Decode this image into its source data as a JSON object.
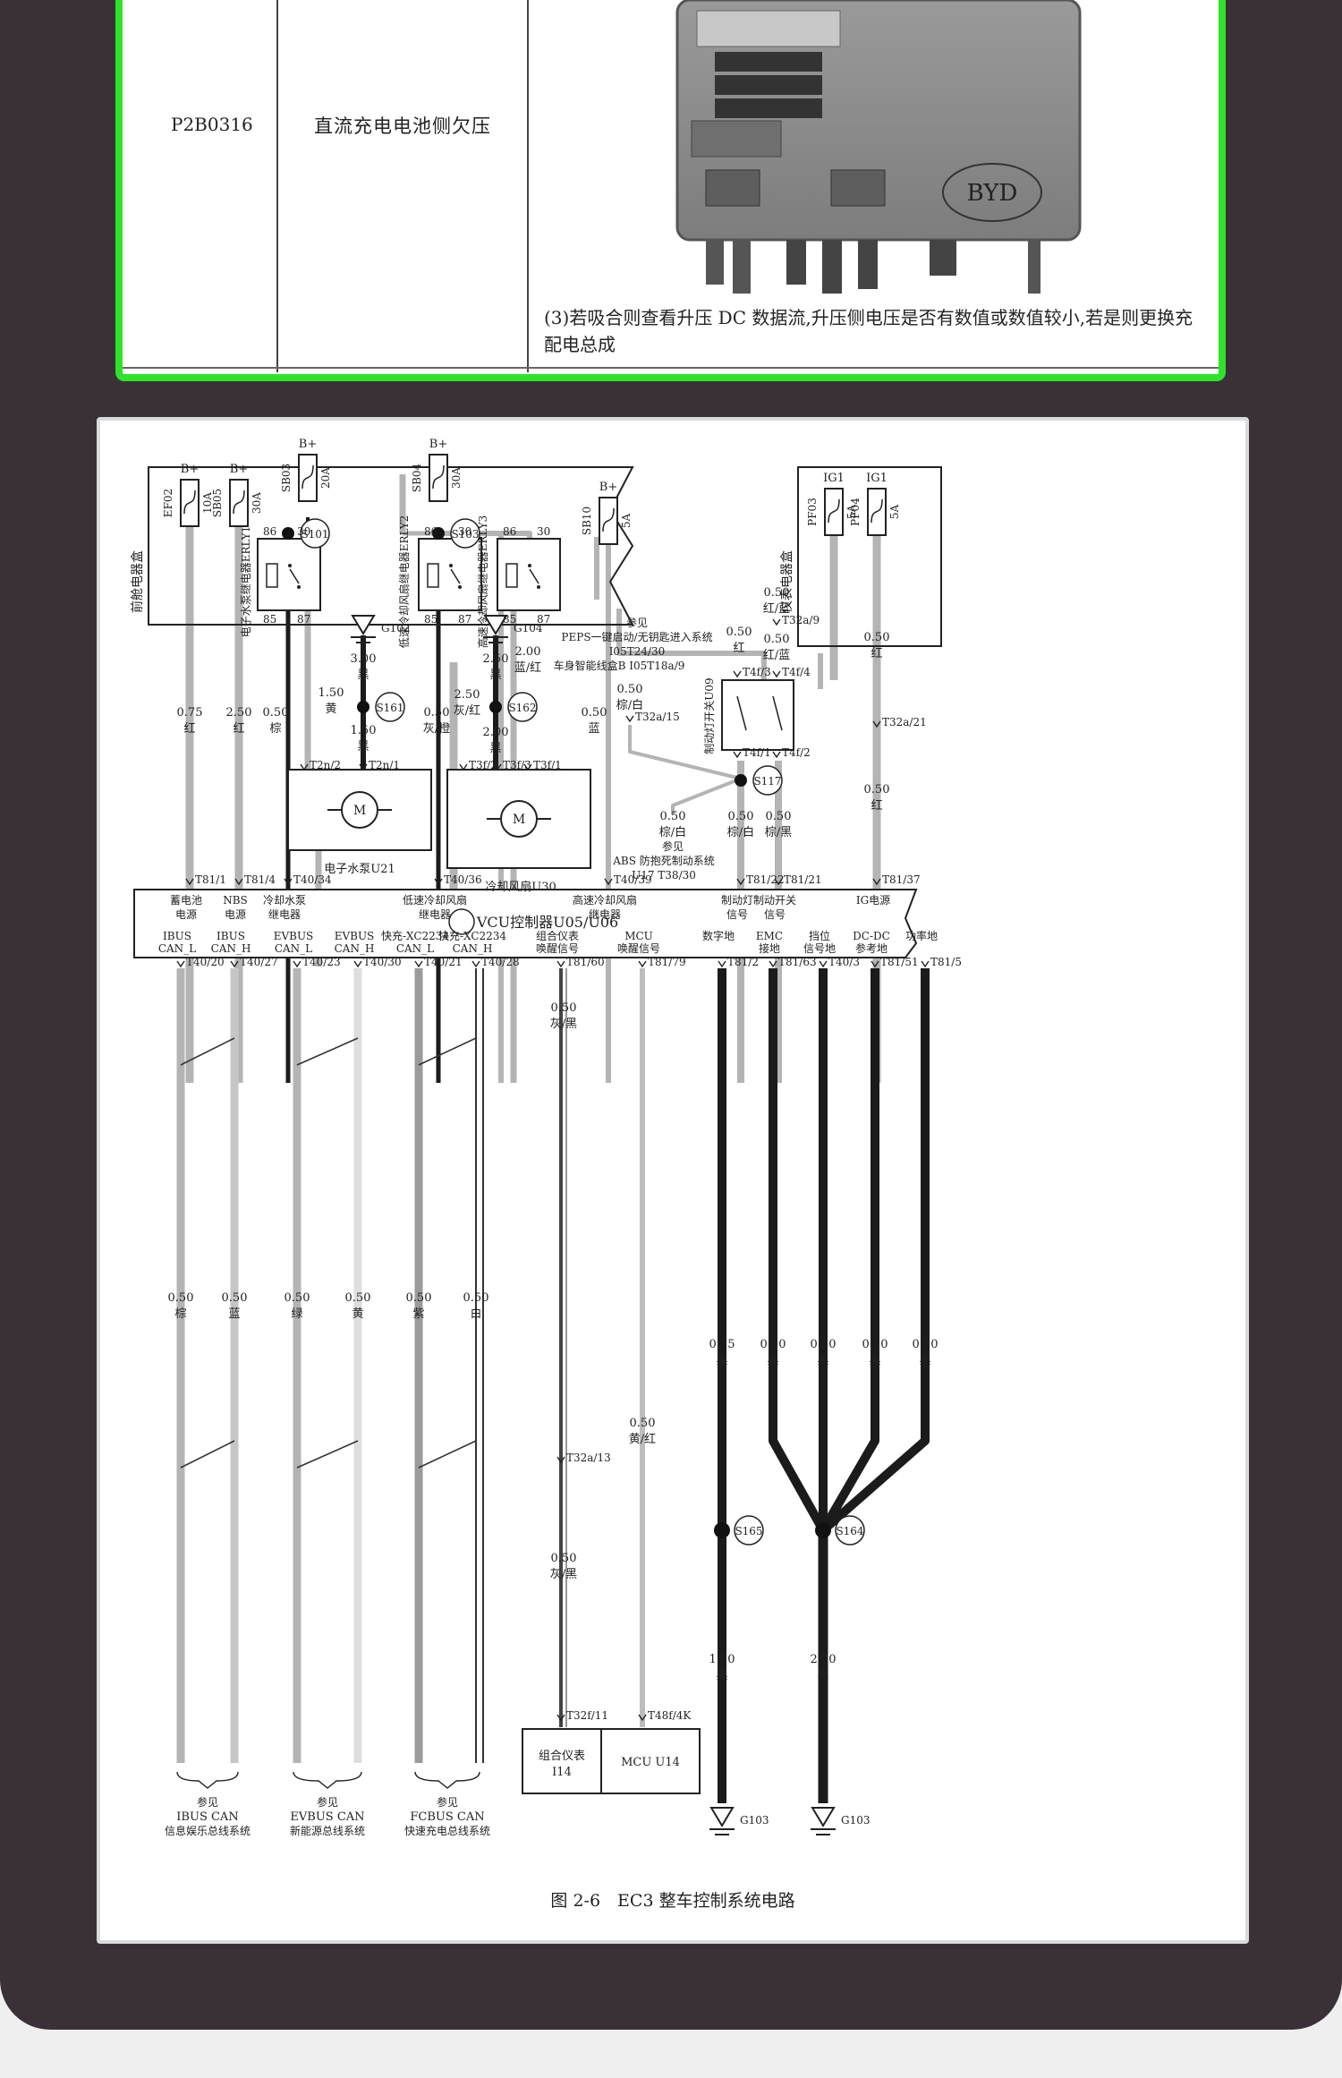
{
  "table_row": {
    "code": "P2B0316",
    "description": "直流充电电池侧欠压",
    "note": "(3)若吸合则查看升压 DC 数据流,升压侧电压是否有数值或数值较小,若是则更换充配电总成",
    "device_logo": "BYD"
  },
  "diagram": {
    "caption": "图 2-6　EC3 整车控制系统电路",
    "boxes": {
      "front_box": "前舱电器盒",
      "dash_box": "仪表电器盒",
      "vcu": "VCU控制器U05/U06",
      "pump": "电子水泵U21",
      "fan": "冷却风扇U30",
      "brake": "制动灯开关U09",
      "cluster": "组合仪表",
      "cluster_id": "I14",
      "mcu": "MCU U14"
    },
    "fuses": [
      {
        "name": "EF02",
        "rating": "10A",
        "supply": "B+"
      },
      {
        "name": "SB05",
        "rating": "30A",
        "supply": "B+"
      },
      {
        "name": "SB03",
        "rating": "20A",
        "supply": "B+"
      },
      {
        "name": "SB04",
        "rating": "30A",
        "supply": "B+"
      },
      {
        "name": "SB10",
        "rating": "5A",
        "supply": "B+"
      },
      {
        "name": "PF03",
        "rating": "5A",
        "supply": "IG1"
      },
      {
        "name": "PF04",
        "rating": "5A",
        "supply": "IG1"
      }
    ],
    "relays": {
      "r1": "电子水泵继电器ERLY1",
      "r2": "低速冷却风扇继电器ERLY2",
      "r3": "高速冷却风扇继电器ERLY3"
    },
    "pins": {
      "p86": "86",
      "p30": "30",
      "p85": "85",
      "p87": "87"
    },
    "splices": [
      "S101",
      "S103",
      "S161",
      "S162",
      "S117",
      "S165",
      "S164"
    ],
    "grounds": [
      "G102",
      "G104",
      "G103",
      "G103"
    ],
    "wires_top": [
      {
        "gauge": "0.75",
        "color": "红"
      },
      {
        "gauge": "2.50",
        "color": "红"
      },
      {
        "gauge": "0.50",
        "color": "棕"
      },
      {
        "gauge": "1.50",
        "color": "黄"
      },
      {
        "gauge": "3.00",
        "color": "黑"
      },
      {
        "gauge": "1.50",
        "color": "黑"
      },
      {
        "gauge": "0.50",
        "color": "灰/橙"
      },
      {
        "gauge": "2.50",
        "color": "灰/红"
      },
      {
        "gauge": "2.50",
        "color": "黑"
      },
      {
        "gauge": "2.00",
        "color": "黑"
      },
      {
        "gauge": "2.00",
        "color": "蓝/红"
      },
      {
        "gauge": "0.50",
        "color": "蓝"
      },
      {
        "gauge": "0.50",
        "color": "棕/白"
      },
      {
        "gauge": "0.50",
        "color": "红"
      },
      {
        "gauge": "0.50",
        "color": "红/蓝"
      },
      {
        "gauge": "0.50",
        "color": "红/蓝"
      },
      {
        "gauge": "0.50",
        "color": "红"
      },
      {
        "gauge": "0.50",
        "color": "红"
      },
      {
        "gauge": "0.50",
        "color": "棕/白"
      },
      {
        "gauge": "0.50",
        "color": "棕/白"
      },
      {
        "gauge": "0.50",
        "color": "棕/黑"
      }
    ],
    "connectors_top": [
      "T2n/2",
      "T2n/1",
      "T3f/2",
      "T3f/3",
      "T3f/1",
      "T32a/9",
      "T32a/15",
      "T32a/21",
      "T4f/3",
      "T4f/4",
      "T4f/1",
      "T4f/2"
    ],
    "reference": {
      "peps_ref": "参见",
      "peps_1": "PEPS一键启动/无钥匙进入系统",
      "peps_2": "I05T24/30",
      "peps_3": "车身智能线盒B I05T18a/9",
      "abs_ref": "参见",
      "abs_1": "ABS 防抱死制动系统",
      "abs_2": "U17 T38/30"
    },
    "vcu_top_pins": [
      {
        "pin": "T81/1",
        "l1": "蓄电池",
        "l2": "电源"
      },
      {
        "pin": "T81/4",
        "l1": "NBS",
        "l2": "电源"
      },
      {
        "pin": "T40/34",
        "l1": "冷却水泵",
        "l2": "继电器"
      },
      {
        "pin": "T40/36",
        "l1": "低速冷却风扇",
        "l2": "继电器"
      },
      {
        "pin": "T40/39",
        "l1": "高速冷却风扇",
        "l2": "继电器"
      },
      {
        "pin": "T81/22",
        "l1": "制动灯",
        "l2": "信号"
      },
      {
        "pin": "T81/21",
        "l1": "制动开关",
        "l2": "信号"
      },
      {
        "pin": "T81/37",
        "l1": "IG电源",
        "l2": ""
      }
    ],
    "vcu_bottom_pins": [
      {
        "pin": "T40/20",
        "l1": "IBUS",
        "l2": "CAN_L"
      },
      {
        "pin": "T40/27",
        "l1": "IBUS",
        "l2": "CAN_H"
      },
      {
        "pin": "T40/23",
        "l1": "EVBUS",
        "l2": "CAN_L"
      },
      {
        "pin": "T40/30",
        "l1": "EVBUS",
        "l2": "CAN_H"
      },
      {
        "pin": "T40/21",
        "l1": "快充-XC2234",
        "l2": "CAN_L"
      },
      {
        "pin": "T40/28",
        "l1": "快充-XC2234",
        "l2": "CAN_H"
      },
      {
        "pin": "T81/60",
        "l1": "组合仪表",
        "l2": "唤醒信号"
      },
      {
        "pin": "T81/79",
        "l1": "MCU",
        "l2": "唤醒信号"
      },
      {
        "pin": "T81/2",
        "l1": "数字地",
        "l2": ""
      },
      {
        "pin": "T81/63",
        "l1": "EMC",
        "l2": "接地"
      },
      {
        "pin": "T40/3",
        "l1": "挡位",
        "l2": "信号地"
      },
      {
        "pin": "T81/51",
        "l1": "DC-DC",
        "l2": "参考地"
      },
      {
        "pin": "T81/5",
        "l1": "功率地",
        "l2": ""
      }
    ],
    "wires_bottom": [
      {
        "gauge": "0.50",
        "color": "棕"
      },
      {
        "gauge": "0.50",
        "color": "蓝"
      },
      {
        "gauge": "0.50",
        "color": "绿"
      },
      {
        "gauge": "0.50",
        "color": "黄"
      },
      {
        "gauge": "0.50",
        "color": "紫"
      },
      {
        "gauge": "0.50",
        "color": "白"
      },
      {
        "gauge": "0.50",
        "color": "灰/黑"
      },
      {
        "gauge": "0.50",
        "color": "黄/红"
      },
      {
        "gauge": "0.75",
        "color": "黑"
      },
      {
        "gauge": "0.50",
        "color": "黑"
      },
      {
        "gauge": "0.50",
        "color": "黑"
      },
      {
        "gauge": "0.50",
        "color": "黑"
      },
      {
        "gauge": "0.50",
        "color": "黑"
      },
      {
        "gauge": "0.50",
        "color": "灰/黑"
      },
      {
        "gauge": "1.50",
        "color": "黑"
      },
      {
        "gauge": "2.00",
        "color": "黑"
      }
    ],
    "connectors_bottom": [
      "T32a/13",
      "T32f/11",
      "T48f/4K"
    ],
    "bus_refs": [
      {
        "l1": "参见",
        "l2": "IBUS CAN",
        "l3": "信息娱乐总线系统"
      },
      {
        "l1": "参见",
        "l2": "EVBUS CAN",
        "l3": "新能源总线系统"
      },
      {
        "l1": "参见",
        "l2": "FCBUS CAN",
        "l3": "快速充电总线系统"
      }
    ],
    "motor": "M"
  },
  "colors": {
    "frame": "#3a3138",
    "highlight": "#2fe32a",
    "wire_gray": "#b4b4b4",
    "wire_dark": "#1b1b1b"
  }
}
